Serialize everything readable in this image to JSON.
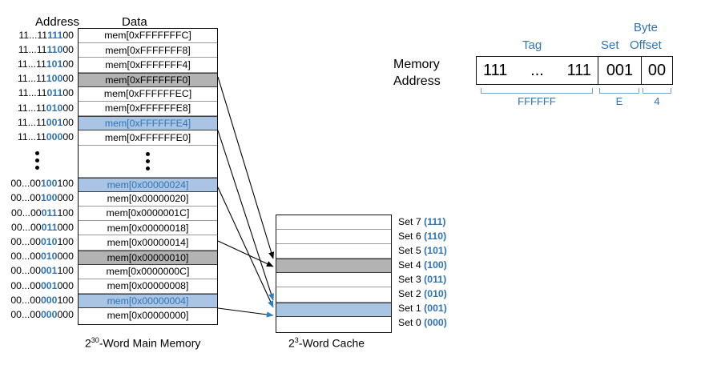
{
  "memory": {
    "col_header_address": "Address",
    "col_header_data": "Data",
    "caption_prefix": "2",
    "caption_exp": "30",
    "caption_suffix": "-Word Main Memory",
    "rows": [
      {
        "addr_pre": "11...11",
        "addr_set": "111",
        "addr_off": "00",
        "data": "mem[0xFFFFFFFC]",
        "fill": "white"
      },
      {
        "addr_pre": "11...11",
        "addr_set": "110",
        "addr_off": "00",
        "data": "mem[0xFFFFFFF8]",
        "fill": "white"
      },
      {
        "addr_pre": "11...11",
        "addr_set": "101",
        "addr_off": "00",
        "data": "mem[0xFFFFFFF4]",
        "fill": "white"
      },
      {
        "addr_pre": "11...11",
        "addr_set": "100",
        "addr_off": "00",
        "data": "mem[0xFFFFFFF0]",
        "fill": "gray"
      },
      {
        "addr_pre": "11...11",
        "addr_set": "011",
        "addr_off": "00",
        "data": "mem[0xFFFFFFEC]",
        "fill": "white"
      },
      {
        "addr_pre": "11...11",
        "addr_set": "010",
        "addr_off": "00",
        "data": "mem[0xFFFFFFE8]",
        "fill": "white"
      },
      {
        "addr_pre": "11...11",
        "addr_set": "001",
        "addr_off": "00",
        "data": "mem[0xFFFFFFE4]",
        "fill": "blue"
      },
      {
        "addr_pre": "11...11",
        "addr_set": "000",
        "addr_off": "00",
        "data": "mem[0xFFFFFFE0]",
        "fill": "white"
      },
      {
        "addr_pre": "",
        "addr_set": "",
        "addr_off": "",
        "data": "ellipsis",
        "fill": "white"
      },
      {
        "addr_pre": "00...00",
        "addr_set": "100",
        "addr_off": "100",
        "data": "mem[0x00000024]",
        "fill": "blue"
      },
      {
        "addr_pre": "00...00",
        "addr_set": "100",
        "addr_off": "000",
        "data": "mem[0x00000020]",
        "fill": "white"
      },
      {
        "addr_pre": "00...00",
        "addr_set": "011",
        "addr_off": "100",
        "data": "mem[0x0000001C]",
        "fill": "white"
      },
      {
        "addr_pre": "00...00",
        "addr_set": "011",
        "addr_off": "000",
        "data": "mem[0x00000018]",
        "fill": "white"
      },
      {
        "addr_pre": "00...00",
        "addr_set": "010",
        "addr_off": "100",
        "data": "mem[0x00000014]",
        "fill": "white"
      },
      {
        "addr_pre": "00...00",
        "addr_set": "010",
        "addr_off": "000",
        "data": "mem[0x00000010]",
        "fill": "gray"
      },
      {
        "addr_pre": "00...00",
        "addr_set": "001",
        "addr_off": "100",
        "data": "mem[0x0000000C]",
        "fill": "white"
      },
      {
        "addr_pre": "00...00",
        "addr_set": "001",
        "addr_off": "000",
        "data": "mem[0x00000008]",
        "fill": "white"
      },
      {
        "addr_pre": "00...00",
        "addr_set": "000",
        "addr_off": "100",
        "data": "mem[0x00000004]",
        "fill": "blue"
      },
      {
        "addr_pre": "00...00",
        "addr_set": "000",
        "addr_off": "000",
        "data": "mem[0x00000000]",
        "fill": "white"
      }
    ]
  },
  "cache": {
    "caption_prefix": "2",
    "caption_exp": "3",
    "caption_suffix": "-Word Cache",
    "sets": [
      {
        "label": "Set 7",
        "bits": "(111)",
        "fill": "white"
      },
      {
        "label": "Set 6",
        "bits": "(110)",
        "fill": "white"
      },
      {
        "label": "Set 5",
        "bits": "(101)",
        "fill": "white"
      },
      {
        "label": "Set 4",
        "bits": "(100)",
        "fill": "gray"
      },
      {
        "label": "Set 3",
        "bits": "(011)",
        "fill": "white"
      },
      {
        "label": "Set 2",
        "bits": "(010)",
        "fill": "white"
      },
      {
        "label": "Set 1",
        "bits": "(001)",
        "fill": "blue"
      },
      {
        "label": "Set 0",
        "bits": "(000)",
        "fill": "white"
      }
    ]
  },
  "address_breakdown": {
    "label_line1": "Memory",
    "label_line2": "Address",
    "field_tag_name": "Tag",
    "field_set_name": "Set",
    "field_offset_name_line1": "Byte",
    "field_offset_name_line2": "Offset",
    "tag_left": "111",
    "tag_dots": "...",
    "tag_right": "111",
    "set_value": "001",
    "offset_value": "00",
    "hex_tag": "FFFFFF",
    "hex_set": "E",
    "hex_offset": "4"
  },
  "colors": {
    "highlight_blue": "#a9c5e3",
    "highlight_gray": "#b3b3b3",
    "accent_blue": "#2f73b6",
    "arrow_black": "#000000",
    "arrow_blue": "#2f7fc1"
  }
}
